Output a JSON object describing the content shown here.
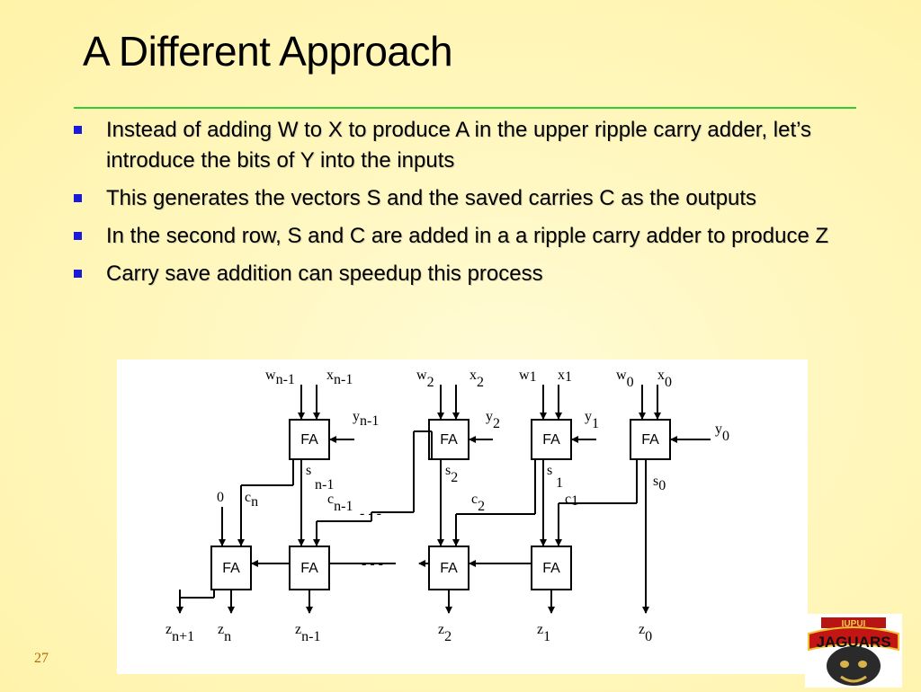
{
  "slide": {
    "title": "A Different Approach",
    "page_number": "27",
    "bullets": [
      "Instead of adding W to X to produce A in the upper ripple carry adder, let’s introduce the bits of Y into the inputs",
      "This generates the vectors S and the saved carries C as the outputs",
      "In the second row, S and C are added in a a ripple carry adder to produce Z",
      "Carry save addition can speedup this process"
    ],
    "colors": {
      "bullet": "#1a1ad9",
      "rule": "#33cc33",
      "page_number": "#b36b00"
    }
  },
  "diagram": {
    "fa_label": "FA",
    "zero": "0",
    "dashes": "- - -",
    "inputs": {
      "w_n1": "w",
      "w_n1_sub": "n-1",
      "x_n1": "x",
      "x_n1_sub": "n-1",
      "y_n1": "y",
      "y_n1_sub": "n-1",
      "w_2": "w",
      "w_2_sub": "2",
      "x_2": "x",
      "x_2_sub": "2",
      "y_2": "y",
      "y_2_sub": "2",
      "w_1": "w",
      "w_1_sub": "1",
      "x_1": "x",
      "x_1_sub": "1",
      "y_1": "y",
      "y_1_sub": "1",
      "w_0": "w",
      "w_0_sub": "0",
      "x_0": "x",
      "x_0_sub": "0",
      "y_0": "y",
      "y_0_sub": "0"
    },
    "mid": {
      "c_n": "c",
      "c_n_sub": "n",
      "s_n1": "s",
      "s_n1_sub": "n-1",
      "c_n1": "c",
      "c_n1_sub": "n-1",
      "s_2": "s",
      "s_2_sub": "2",
      "c_2": "c",
      "c_2_sub": "2",
      "s_1": "s",
      "s_1_sub": "1",
      "c_1": "c",
      "c_1_sub": "1",
      "s_0": "s",
      "s_0_sub": "0"
    },
    "outputs": {
      "z_n1p": "z",
      "z_n1p_sub": "n+1",
      "z_n": "z",
      "z_n_sub": "n",
      "z_n1": "z",
      "z_n1_sub": "n-1",
      "z_2": "z",
      "z_2_sub": "2",
      "z_1": "z",
      "z_1_sub": "1",
      "z_0": "z",
      "z_0_sub": "0"
    }
  },
  "logo": {
    "text": "JAGUARS",
    "top_text": "IUPUI"
  }
}
